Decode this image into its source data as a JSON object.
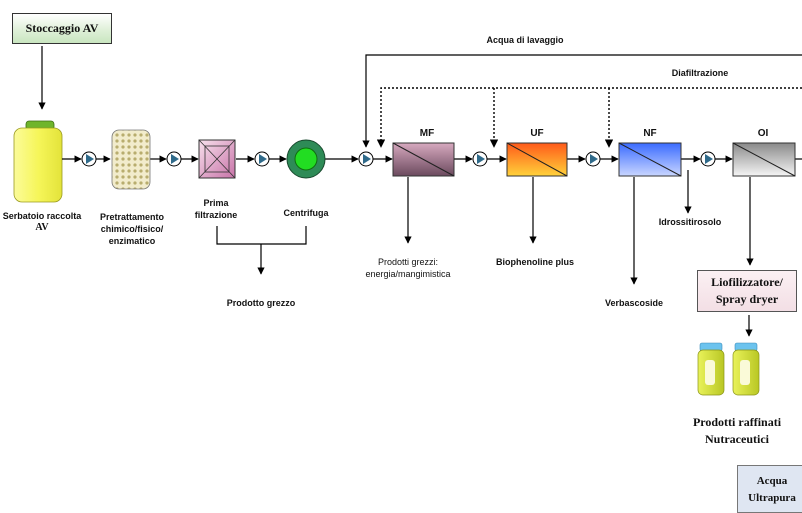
{
  "labels": {
    "stoccaggio": "Stoccaggio AV",
    "serbatoio_line1": "Serbatoio raccolta",
    "serbatoio_line2": "AV",
    "pretrattamento_line1": "Pretrattamento",
    "pretrattamento_line2": "chimico/fisico/",
    "pretrattamento_line3": "enzimatico",
    "prima_line1": "Prima",
    "prima_line2": "filtrazione",
    "centrifuga": "Centrifuga",
    "prodotto_grezzo": "Prodotto grezzo",
    "acqua_lavaggio": "Acqua di lavaggio",
    "diafiltrazione": "Diafiltrazione",
    "mf": "MF",
    "uf": "UF",
    "nf": "NF",
    "oi": "OI",
    "prodotti_grezzi_line1": "Prodotti grezzi:",
    "prodotti_grezzi_line2": "energia/mangimistica",
    "biophenoline": "Biophenoline plus",
    "idrossitirosolo": "Idrossitirosolo",
    "verbascoside": "Verbascoside",
    "liofil_line1": "Liofilizzatore/",
    "liofil_line2": "Spray dryer",
    "prodotti_raffinati_line1": "Prodotti raffinati",
    "prodotti_raffinati_line2": "Nutraceutici",
    "acqua_ultra_line1": "Acqua",
    "acqua_ultra_line2": "Ultrapura"
  },
  "colors": {
    "tank_body": "#f6f65a",
    "tank_cap": "#6fb52b",
    "centrifuga_outer": "#2e8b57",
    "centrifuga_inner": "#22dd22",
    "mf_top": "#d7a9bf",
    "mf_bottom": "#6b4a5e",
    "uf_top": "#ff5a1a",
    "uf_bottom": "#ffd23a",
    "nf_top": "#3a6bff",
    "nf_bottom": "#c9d6ff",
    "oi_top": "#8a8a8a",
    "oi_bottom": "#f5f5f5",
    "pump": "#2f6a8a"
  },
  "icons": [
    "tank-icon",
    "packed-column-icon",
    "filter-icon",
    "centrifuge-icon",
    "pump-icon",
    "membrane-module-icon",
    "product-bottle-icon"
  ]
}
